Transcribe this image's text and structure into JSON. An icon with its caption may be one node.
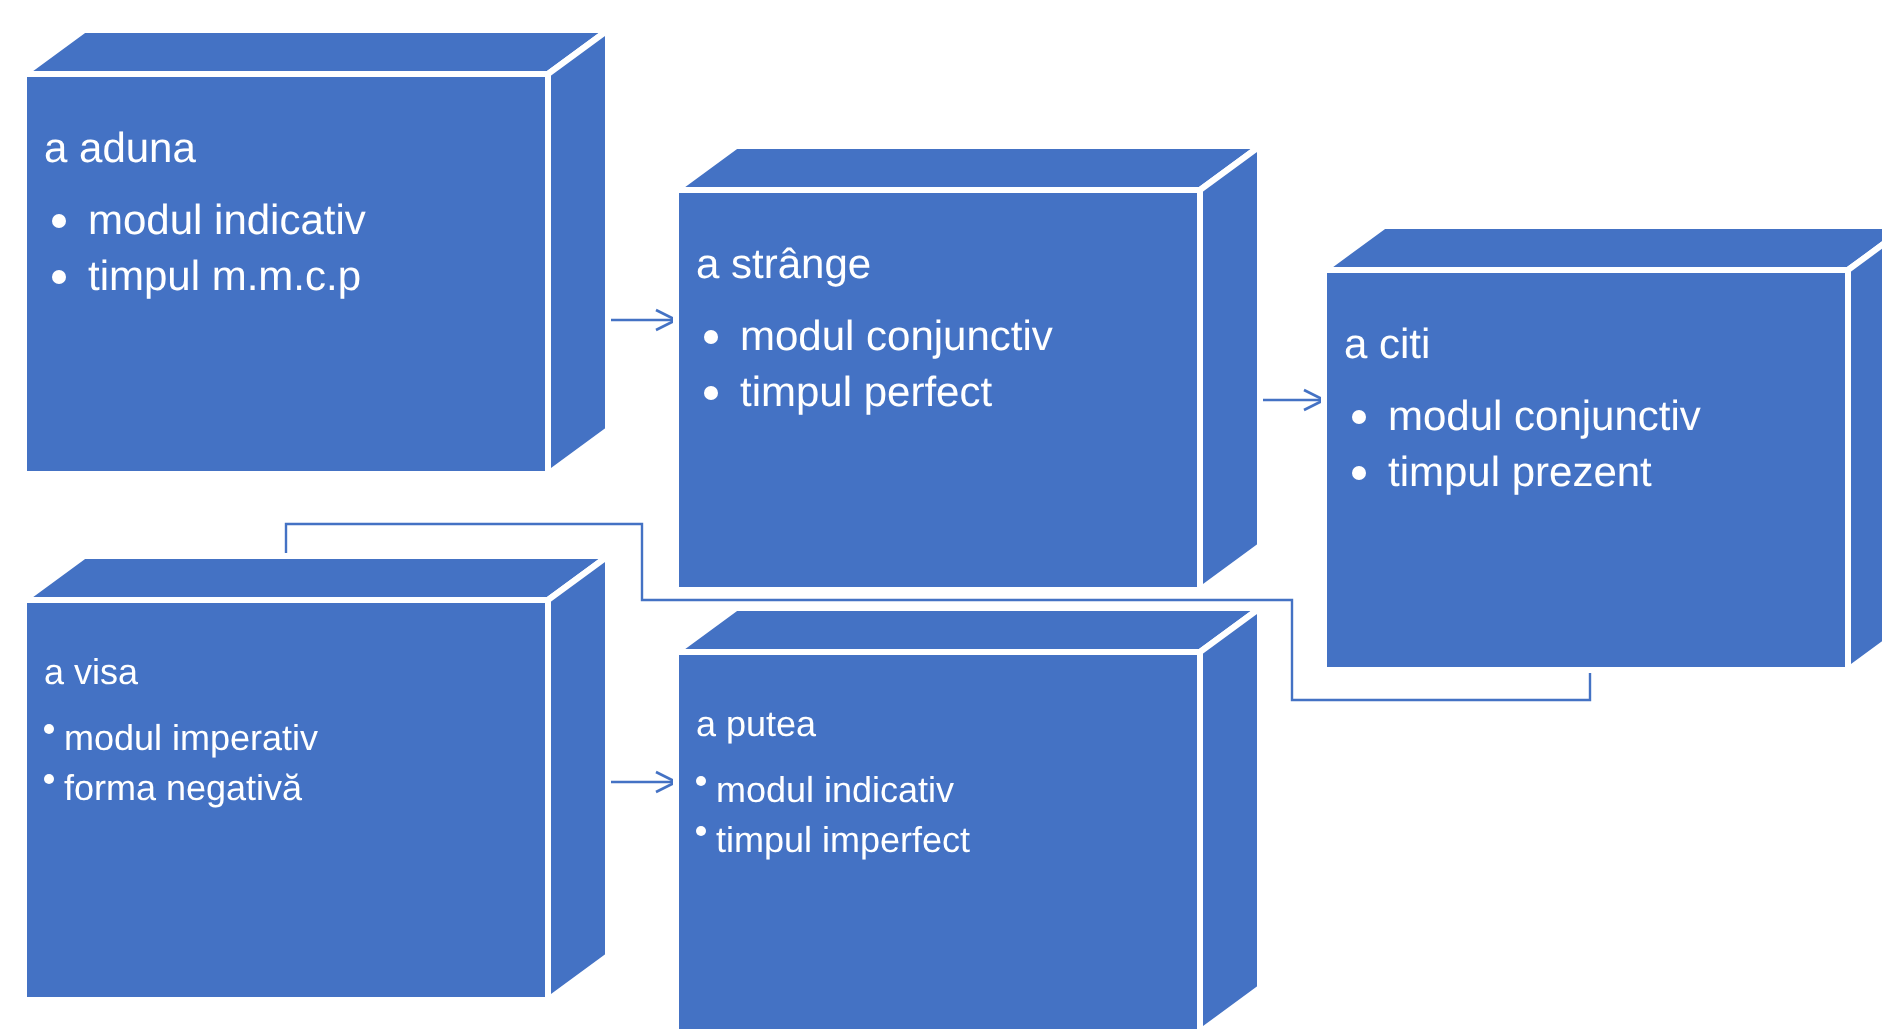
{
  "diagram": {
    "nodes": [
      {
        "text": [
          "a aduna",
          "modul indicativ",
          "timpul m.m.c.p"
        ]
      },
      {
        "text": [
          "a strânge",
          "modul conjunctiv",
          "timpul perfect"
        ]
      },
      {
        "text": [
          "a citi",
          "modul conjunctiv",
          "timpul prezent"
        ]
      },
      {
        "text": [
          "a visa",
          "modul imperativ",
          "forma negativă"
        ]
      },
      {
        "text": [
          "a putea",
          "modul indicativ",
          "timpul imperfect"
        ]
      }
    ],
    "edges": [
      {
        "from": 0,
        "to": 1,
        "arrow": "to"
      },
      {
        "from": 1,
        "to": 2,
        "arrow": "to"
      },
      {
        "from": 2,
        "to": 3,
        "arrow": "none"
      },
      {
        "from": 3,
        "to": 4,
        "arrow": "to"
      }
    ]
  }
}
